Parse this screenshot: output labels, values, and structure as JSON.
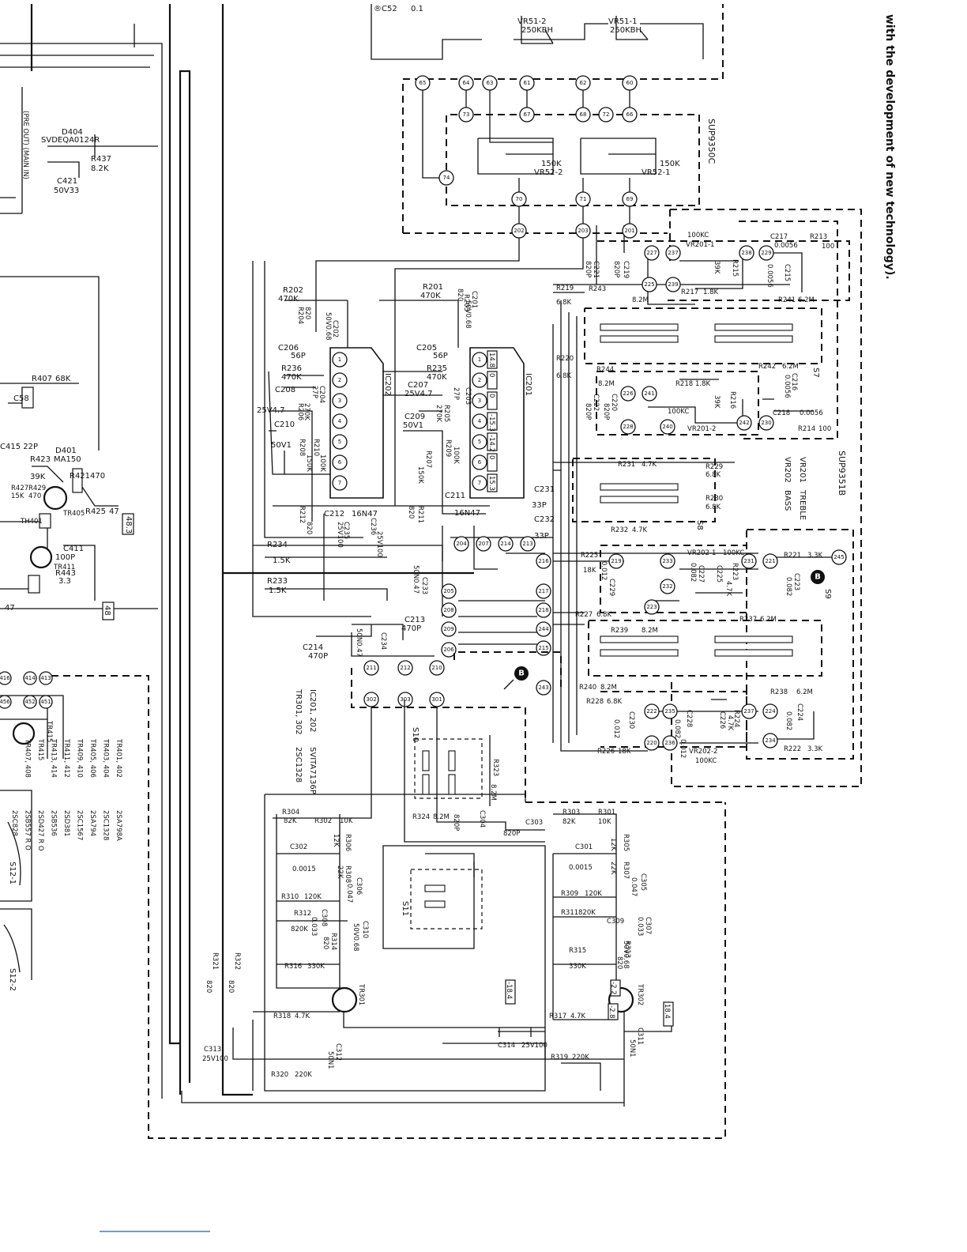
{
  "header_text": "with the development of new technology).",
  "modules": {
    "m1": "SUP9350C",
    "m2": "SUP9351B"
  },
  "ic_labels": {
    "ic201": "IC201",
    "ic202": "IC202"
  },
  "sw_labels": [
    "S7",
    "S8",
    "S9",
    "S10",
    "S11",
    "S12-1",
    "S12-2"
  ],
  "vr_list": {
    "vr201": "VR201",
    "vr202": "VR202",
    "treble": "TREBLE",
    "bass": "BASS"
  },
  "ic_table": {
    "line1": "IC201, 202",
    "line2": "SVITA7136P",
    "line3": "TR301, 302",
    "line4": "2SC1328"
  },
  "tr_table": [
    {
      "left": "TR401, 402",
      "right": "2SA798A"
    },
    {
      "left": "TR403, 404",
      "right": "2SC1328"
    },
    {
      "left": "TR405, 406",
      "right": "2SA794"
    },
    {
      "left": "TR409, 410",
      "right": "2SC1567"
    },
    {
      "left": "TR411, 412",
      "right": "2SD381"
    },
    {
      "left": "TR413, 414",
      "right": "2SB536"
    },
    {
      "left": "TR415",
      "right": "2SD427 R O"
    },
    {
      "left": "TR407, 408",
      "right": "2SB557 R O"
    },
    {
      "left": "",
      "right": "2SC828"
    }
  ],
  "top_texts": {
    "c52": "®C52",
    "c52v": "0.1",
    "vr51_2": "VR51-2",
    "vr51_2v": "250KBH",
    "vr51_1": "VR51-1",
    "vr51_1v": "250KBH",
    "vr52_2": "VR52-2",
    "vr52_2v": "150K",
    "vr52_1": "VR52-1",
    "vr52_1v": "150K"
  },
  "left_texts": {
    "d404": "D404",
    "d404v": "SVDEQA0124R",
    "r437": "R437",
    "r437v": "8.2K",
    "c421": "C421",
    "c421v": "50V33",
    "preout": "(PRE OUT) (MAIN IN)",
    "r407": "R407",
    "r407v": "68K",
    "d401": "D401",
    "d401v": "MA150",
    "r423": "R423",
    "r423v": "39K",
    "r421": "R421",
    "r421v": "470",
    "r425": "R425",
    "r425v": "47",
    "c415": "C415 22P",
    "r427": "R427",
    "r427v": "15K",
    "r429": "R429",
    "r429v": "470",
    "th401": "TH401",
    "tr405": "TR405",
    "c411": "C411",
    "c411v": "100P",
    "r443": "R443",
    "r443v": "3.3",
    "tr411": "TR411",
    "tr415": "TR415",
    "v47": "47",
    "b48": "48.3",
    "b48b": "48",
    "c58": "C58"
  },
  "mid_texts": {
    "r202": "R202",
    "r202v": "470K",
    "r204": "R204",
    "r204v": "820",
    "c202": "C202",
    "c202v": "50V0.68",
    "c206": "C206",
    "c206v": "56P",
    "r236": "R236",
    "r236v": "470K",
    "c208": "C208",
    "c204": "C204",
    "c204v": "27P",
    "r206": "R206",
    "r206v": "270K",
    "c210": "C210",
    "c210v": "50V1",
    "v254": "25V4.7",
    "r208": "R208",
    "r208v": "150K",
    "r210": "R210",
    "r210v": "100K",
    "r212": "R212",
    "r212v": "820",
    "c212": "C212",
    "c212v": "16N47",
    "r234": "R234",
    "r234v": "1.5K",
    "r233": "R233",
    "r233v": "1.5K",
    "c214": "C214",
    "c214v": "470P",
    "c234": "C234",
    "c234v": "50N0.47",
    "c236": "C236",
    "c236v": "25V100",
    "r201": "R201",
    "r201v": "470K",
    "r203": "R203",
    "r203v": "820",
    "c201": "C201",
    "c201v": "50V0.68",
    "c205": "C205",
    "c205v": "56P",
    "r235": "R235",
    "r235v": "470K",
    "c207": "C207",
    "c207v": "25V4.7",
    "c203": "C203",
    "c203v": "27P",
    "c209": "C209",
    "c209v": "50V1",
    "r205": "R205",
    "r205v": "270K",
    "r207": "R207",
    "r207v": "150K",
    "r209": "R209",
    "r209v": "100K",
    "r211": "R211",
    "r211v": "820",
    "c211": "C211",
    "c211v": "16N47",
    "c231": "C231",
    "c231v": "33P",
    "c232": "C232",
    "c232v": "33P",
    "c233": "C233",
    "c233v": "50N0.47",
    "c213": "C213",
    "c213v": "470P",
    "c235": "C235",
    "c235v": "25V100",
    "ic_pins": [
      "14.8",
      "0",
      "0",
      "-15.3",
      "-14.2",
      "0",
      "15.3"
    ]
  },
  "right_texts": {
    "c221": "C221",
    "c221v": "820P",
    "c219": "C219",
    "c219v": "820P",
    "r219": "R219",
    "r219v": "6.8K",
    "r243": "R243",
    "r243v": "8.2M",
    "vr201_1": "VR201-1",
    "vr201_1v": "100KC",
    "r217": "R217",
    "r217v": "1.8K",
    "r215": "R215",
    "r215v": "39K",
    "c217": "C217",
    "c217v": "0.0056",
    "c215": "C215",
    "c215v": "0.0056",
    "r213": "R213",
    "r213v": "100",
    "r241": "R241",
    "r241v": "6.2M",
    "r220": "R220",
    "r220v": "6.8K",
    "r244": "R244",
    "r244v": "8.2M",
    "c222": "C222",
    "c222v": "820P",
    "c220": "C220",
    "c220v": "820P",
    "r218": "R218",
    "r218v": "1.8K",
    "vr201_2": "VR201-2",
    "vr201_2v": "100KC",
    "r216": "R216",
    "r216v": "39K",
    "r242": "R242",
    "r242v": "6.2M",
    "c216": "C216",
    "c216v": "0.0056",
    "c218": "C218",
    "c218v": "0.0056",
    "r214": "R214",
    "r214v": "100",
    "r231": "R231",
    "r231v": "4.7K",
    "r229": "R229",
    "r229v": "6.8K",
    "r230": "R230",
    "r230v": "6.8K",
    "r232": "R232",
    "r232v": "4.7K",
    "r225": "R225",
    "r225v": "18K",
    "c229": "C229",
    "c229v": "0.012",
    "vr202_1": "VR202-1",
    "vr202_1v": "100KC",
    "c227": "C227",
    "c227v": "0.082",
    "r223": "R223",
    "r223v": "4.7K",
    "c225": "C225",
    "r221": "R221",
    "r221v": "3.3K",
    "c223": "C223",
    "c223v": "0.082",
    "r227": "R227",
    "r227v": "6.8K",
    "r237": "R237",
    "r237v": "6.2M",
    "r239": "R239",
    "r239v": "8.2M",
    "r240": "R240",
    "r240v": "8.2M",
    "r238": "R238",
    "r238v": "6.2M",
    "r228": "R228",
    "r228v": "6.8K",
    "c230": "C230",
    "c230v": "0.012",
    "c228": "C228",
    "c228v": "0.082",
    "c226": "C226",
    "r224": "R224",
    "r224v": "4.7K",
    "c224": "C224",
    "c224v": "0.082",
    "r226": "R226",
    "r226v": "18K",
    "vr202_2": "VR202-2",
    "vr202_2v": "100KC",
    "r222": "R222",
    "r222v": "3.3K",
    "v0012": "0.012"
  },
  "bottom_texts": {
    "r304": "R304",
    "r304v": "82K",
    "r302": "R302",
    "r302v": "10K",
    "r323": "R323",
    "r323v": "8.2M",
    "r324": "R324",
    "r324v": "8.2M",
    "c304": "C304",
    "c304v": "820P",
    "c303": "C303",
    "c303v": "820P",
    "r303": "R303",
    "r303v": "82K",
    "r301": "R301",
    "r301v": "10K",
    "r306": "R306",
    "r306v": "12K",
    "c302": "C302",
    "c302v": "0.0015",
    "r308": "R308",
    "r308v": "22K",
    "c306": "C306",
    "c306v": "0.047",
    "r310": "R310",
    "r310v": "120K",
    "r312": "R312",
    "r312v": "820K",
    "c308": "C308",
    "c308v": "0.033",
    "r314": "R314",
    "r314v": "820",
    "c310": "C310",
    "c310v": "50V0.68",
    "r316": "R316",
    "r316v": "330K",
    "tr301": "TR301",
    "r318": "R318",
    "r318v": "4.7K",
    "r320": "R320",
    "r320v": "220K",
    "c312": "C312",
    "c312v": "50N1",
    "c313": "C313",
    "c313v": "25V100",
    "r321": "R321",
    "r321v": "820",
    "r322": "R322",
    "r322v": "820",
    "c314": "C314",
    "c314v": "25V100",
    "c301": "C301",
    "c301v": "0.0015",
    "r305": "R305",
    "r305v": "12K",
    "r307": "R307",
    "r307v": "22K",
    "c305": "C305",
    "c305v": "0.047",
    "c307": "C307",
    "c307v": "0.033",
    "r309": "R309",
    "r309v": "120K",
    "r311": "R311",
    "r311v": "820K",
    "c309": "C309",
    "r313": "R313",
    "r313v": "820",
    "r315": "R315",
    "r315v": "330K",
    "tr302": "TR302",
    "r317": "R317",
    "r317v": "4.7K",
    "r319": "R319",
    "r319v": "220K",
    "c311": "C311",
    "c311v": "50N1",
    "v50v068": "50V0.68",
    "b184": "-18.4",
    "b184r": "18.4",
    "b28": "-2.8",
    "b28l": "-18.4",
    "b22": "-2.2"
  },
  "marker_b": "B"
}
